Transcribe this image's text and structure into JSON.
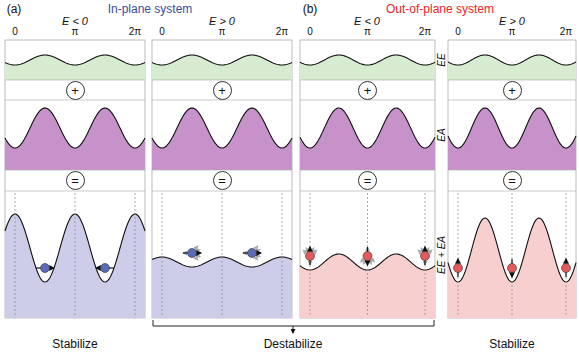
{
  "diagram": {
    "nodes": [
      {
        "text": [
          "+"
        ]
      },
      {
        "text": [
          "+"
        ]
      },
      {
        "text": [
          "+"
        ]
      },
      {
        "text": [
          "+"
        ]
      },
      {
        "text": [
          "="
        ]
      },
      {
        "text": [
          "="
        ]
      },
      {
        "text": [
          "="
        ]
      },
      {
        "text": [
          "="
        ]
      }
    ],
    "labels": [
      "(a)",
      "In-plane system",
      "(b)",
      "Out-of-plane system",
      "E < 0",
      "E > 0",
      "E < 0",
      "E > 0",
      "0",
      "π",
      "2π",
      "0",
      "π",
      "2π",
      "0",
      "π",
      "2π",
      "0",
      "π",
      "2π",
      "EE",
      "EA",
      "EE + EA",
      "Stabilize",
      "Destabilize",
      "Stabilize"
    ]
  }
}
